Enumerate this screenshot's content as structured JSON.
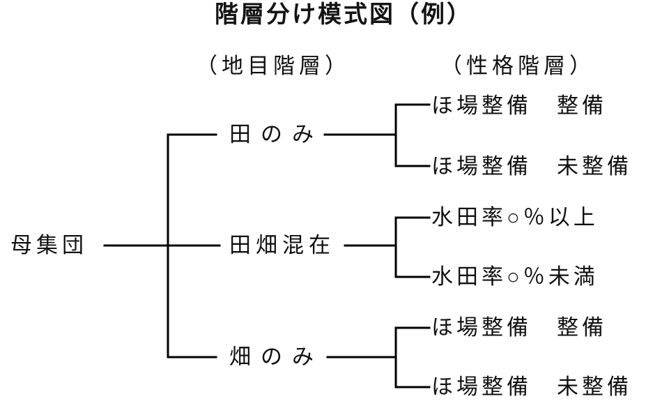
{
  "diagram": {
    "title": "階層分け模式図（例）",
    "column_headers": {
      "left": "（地目階層）",
      "right": "（性格階層）"
    },
    "root": {
      "label": "母集団"
    },
    "branches": [
      {
        "label": "田のみ",
        "leaves": [
          "ほ場整備　整備",
          "ほ場整備　未整備"
        ]
      },
      {
        "label": "田畑混在",
        "leaves": [
          "水田率○％以上",
          "水田率○％未満"
        ]
      },
      {
        "label": "畑のみ",
        "leaves": [
          "ほ場整備　整備",
          "ほ場整備　未整備"
        ]
      }
    ],
    "colors": {
      "line": "#000000",
      "text": "#111111",
      "background": "#ffffff"
    }
  }
}
